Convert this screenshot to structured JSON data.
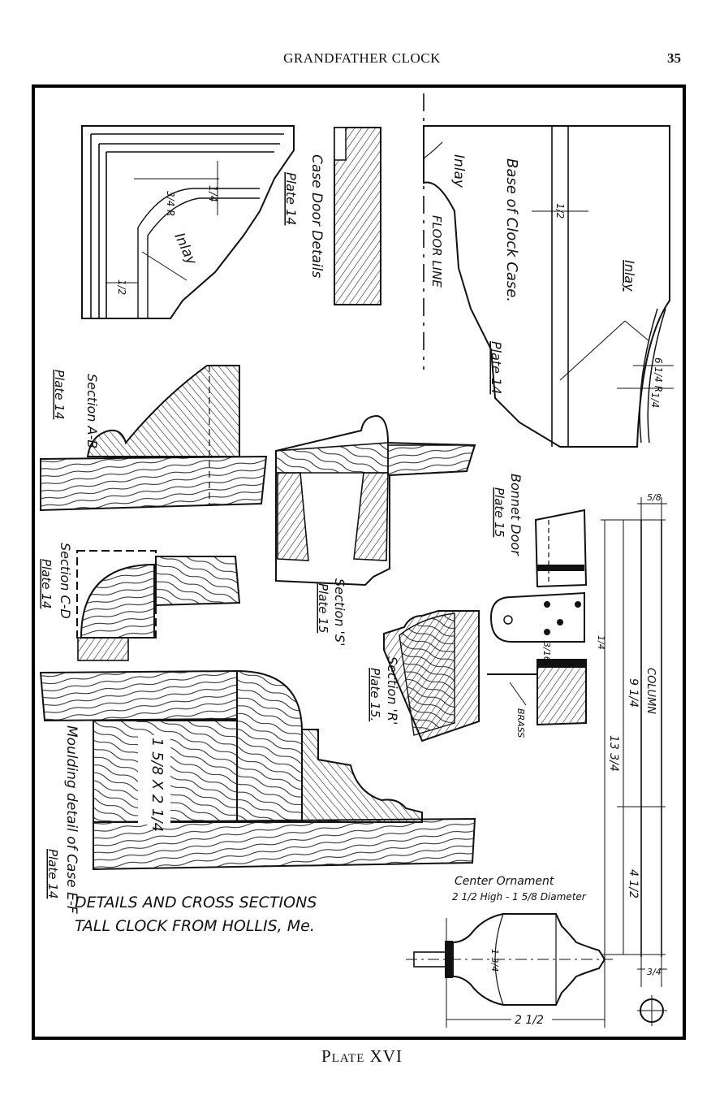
{
  "header": {
    "running_title": "GRANDFATHER CLOCK",
    "page_number": "35"
  },
  "plate": {
    "caption": "Plate XVI",
    "title_line1": "DETAILS AND CROSS SECTIONS",
    "title_line2": "TALL CLOCK FROM HOLLIS, Me."
  },
  "details": {
    "case_door": {
      "title": "Case Door Details",
      "ref": "Plate 14",
      "inlay": "Inlay",
      "dim_a": "1/4",
      "dim_b": "3/4 R",
      "dim_c": "1/2"
    },
    "base": {
      "title": "Base of Clock Case.",
      "ref": "Plate 14",
      "inlay_top": "Inlay",
      "inlay": "Inlay",
      "floor_line": "FLOOR LINE",
      "dim_r": "1/2",
      "dim_big_r": "6 1/4 R",
      "dim_small": "1/4"
    },
    "section_ab": {
      "title": "Section A-B",
      "ref": "Plate 14"
    },
    "section_s": {
      "title": "Section 'S'",
      "ref": "Plate 15"
    },
    "section_cd": {
      "title": "Section C-D",
      "ref": "Plate 14"
    },
    "section_r": {
      "title": "Section 'R'",
      "ref": "Plate 15."
    },
    "bonnet_door": {
      "title": "Bonnet Door",
      "ref": "Plate 15",
      "brass": "BRASS",
      "dim_a": "3/16",
      "dim_b": "1/4"
    },
    "moulding": {
      "title": "Moulding detail of Case E-F",
      "ref": "Plate 14",
      "size": "1 5/8 X 2 1/4"
    },
    "column": {
      "label": "COLUMN",
      "dim_top": "5/8",
      "dim_mid": "9 1/4",
      "dim_total": "13 3/4",
      "dim_lower": "4 1/2",
      "dim_base": "3/4"
    },
    "ornament": {
      "title": "Center Ornament",
      "spec": "2 1/2 High - 1 5/8 Diameter",
      "dim_height": "1 3/4",
      "dim_width": "2 1/2"
    }
  }
}
